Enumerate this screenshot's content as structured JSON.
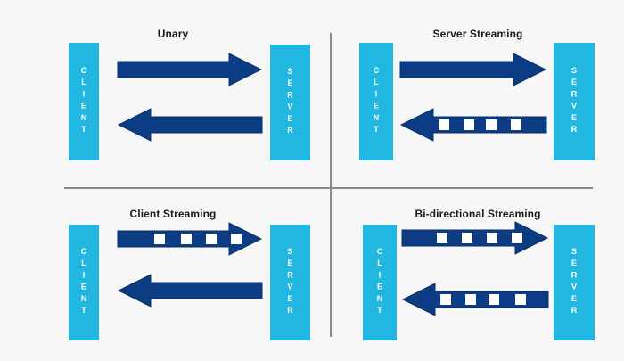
{
  "diagram": {
    "title_text_color": "#1a1a1a",
    "background": "#f7f7f7",
    "endpoint_color": "#22b7e0",
    "arrow_color": "#0c3c84",
    "packet_color": "#ffffff",
    "divider_color": "#8a8a8a",
    "labels": {
      "client": "CLIENT",
      "server": "SERVER"
    },
    "quadrants": [
      {
        "id": "unary",
        "title": "Unary",
        "request": {
          "direction": "right",
          "streaming": false,
          "packets": 0
        },
        "response": {
          "direction": "left",
          "streaming": false,
          "packets": 0
        }
      },
      {
        "id": "server-streaming",
        "title": "Server Streaming",
        "request": {
          "direction": "right",
          "streaming": false,
          "packets": 0
        },
        "response": {
          "direction": "left",
          "streaming": true,
          "packets": 4
        }
      },
      {
        "id": "client-streaming",
        "title": "Client Streaming",
        "request": {
          "direction": "right",
          "streaming": true,
          "packets": 4
        },
        "response": {
          "direction": "left",
          "streaming": false,
          "packets": 0
        }
      },
      {
        "id": "bi-directional-streaming",
        "title": "Bi-directional Streaming",
        "request": {
          "direction": "right",
          "streaming": true,
          "packets": 4
        },
        "response": {
          "direction": "left",
          "streaming": true,
          "packets": 4
        }
      }
    ]
  }
}
